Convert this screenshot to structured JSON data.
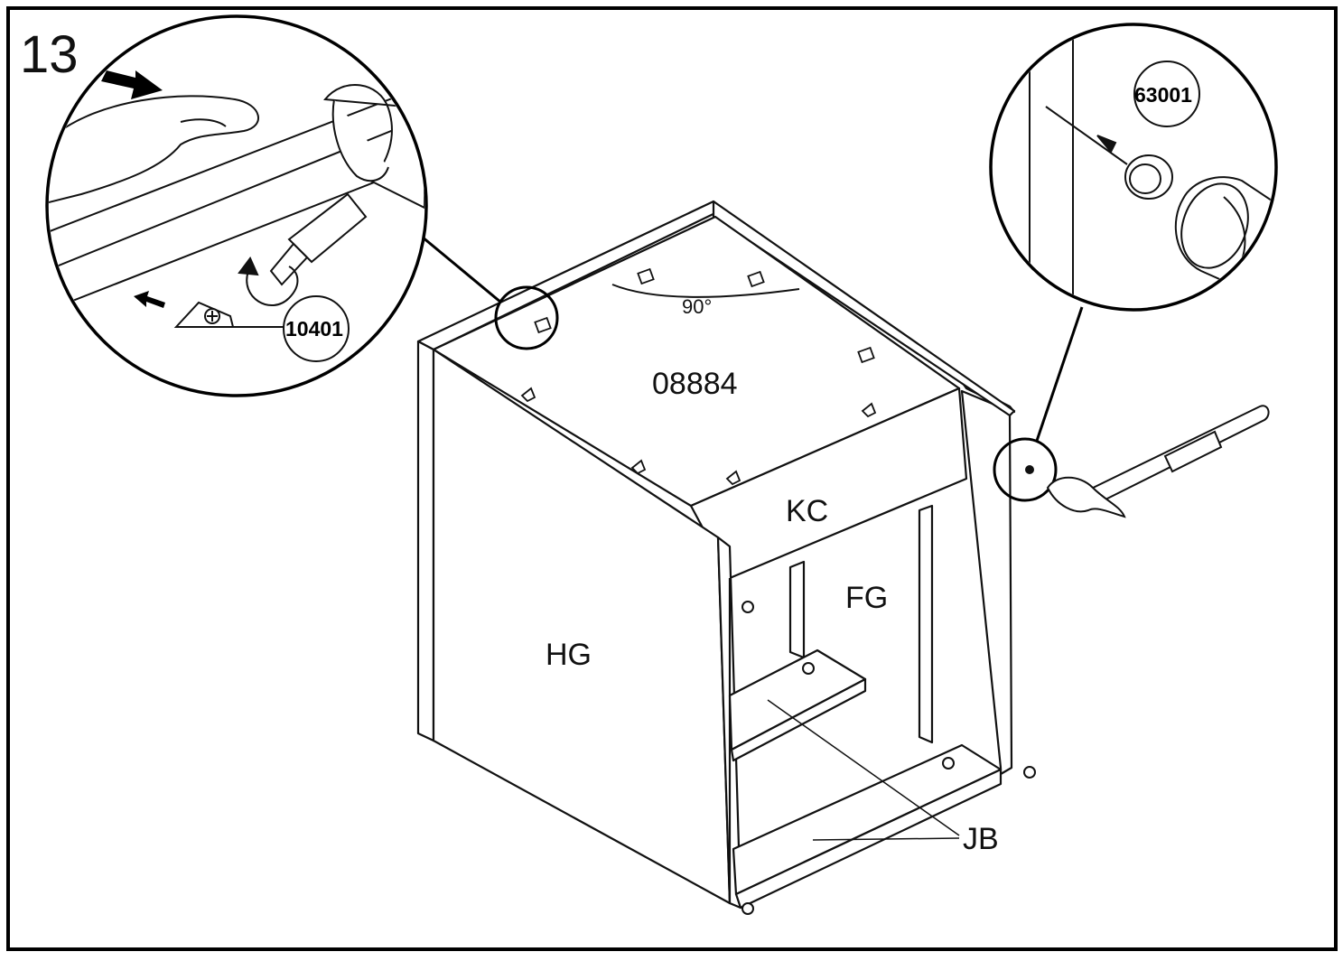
{
  "step": {
    "number": "13"
  },
  "labels": {
    "top_panel": "08884",
    "angle": "90°",
    "front_rail": "KC",
    "back_panel": "FG",
    "side_panel": "HG",
    "shelves": "JB"
  },
  "parts": {
    "cam_lock": "10401",
    "bumper": "63001"
  }
}
